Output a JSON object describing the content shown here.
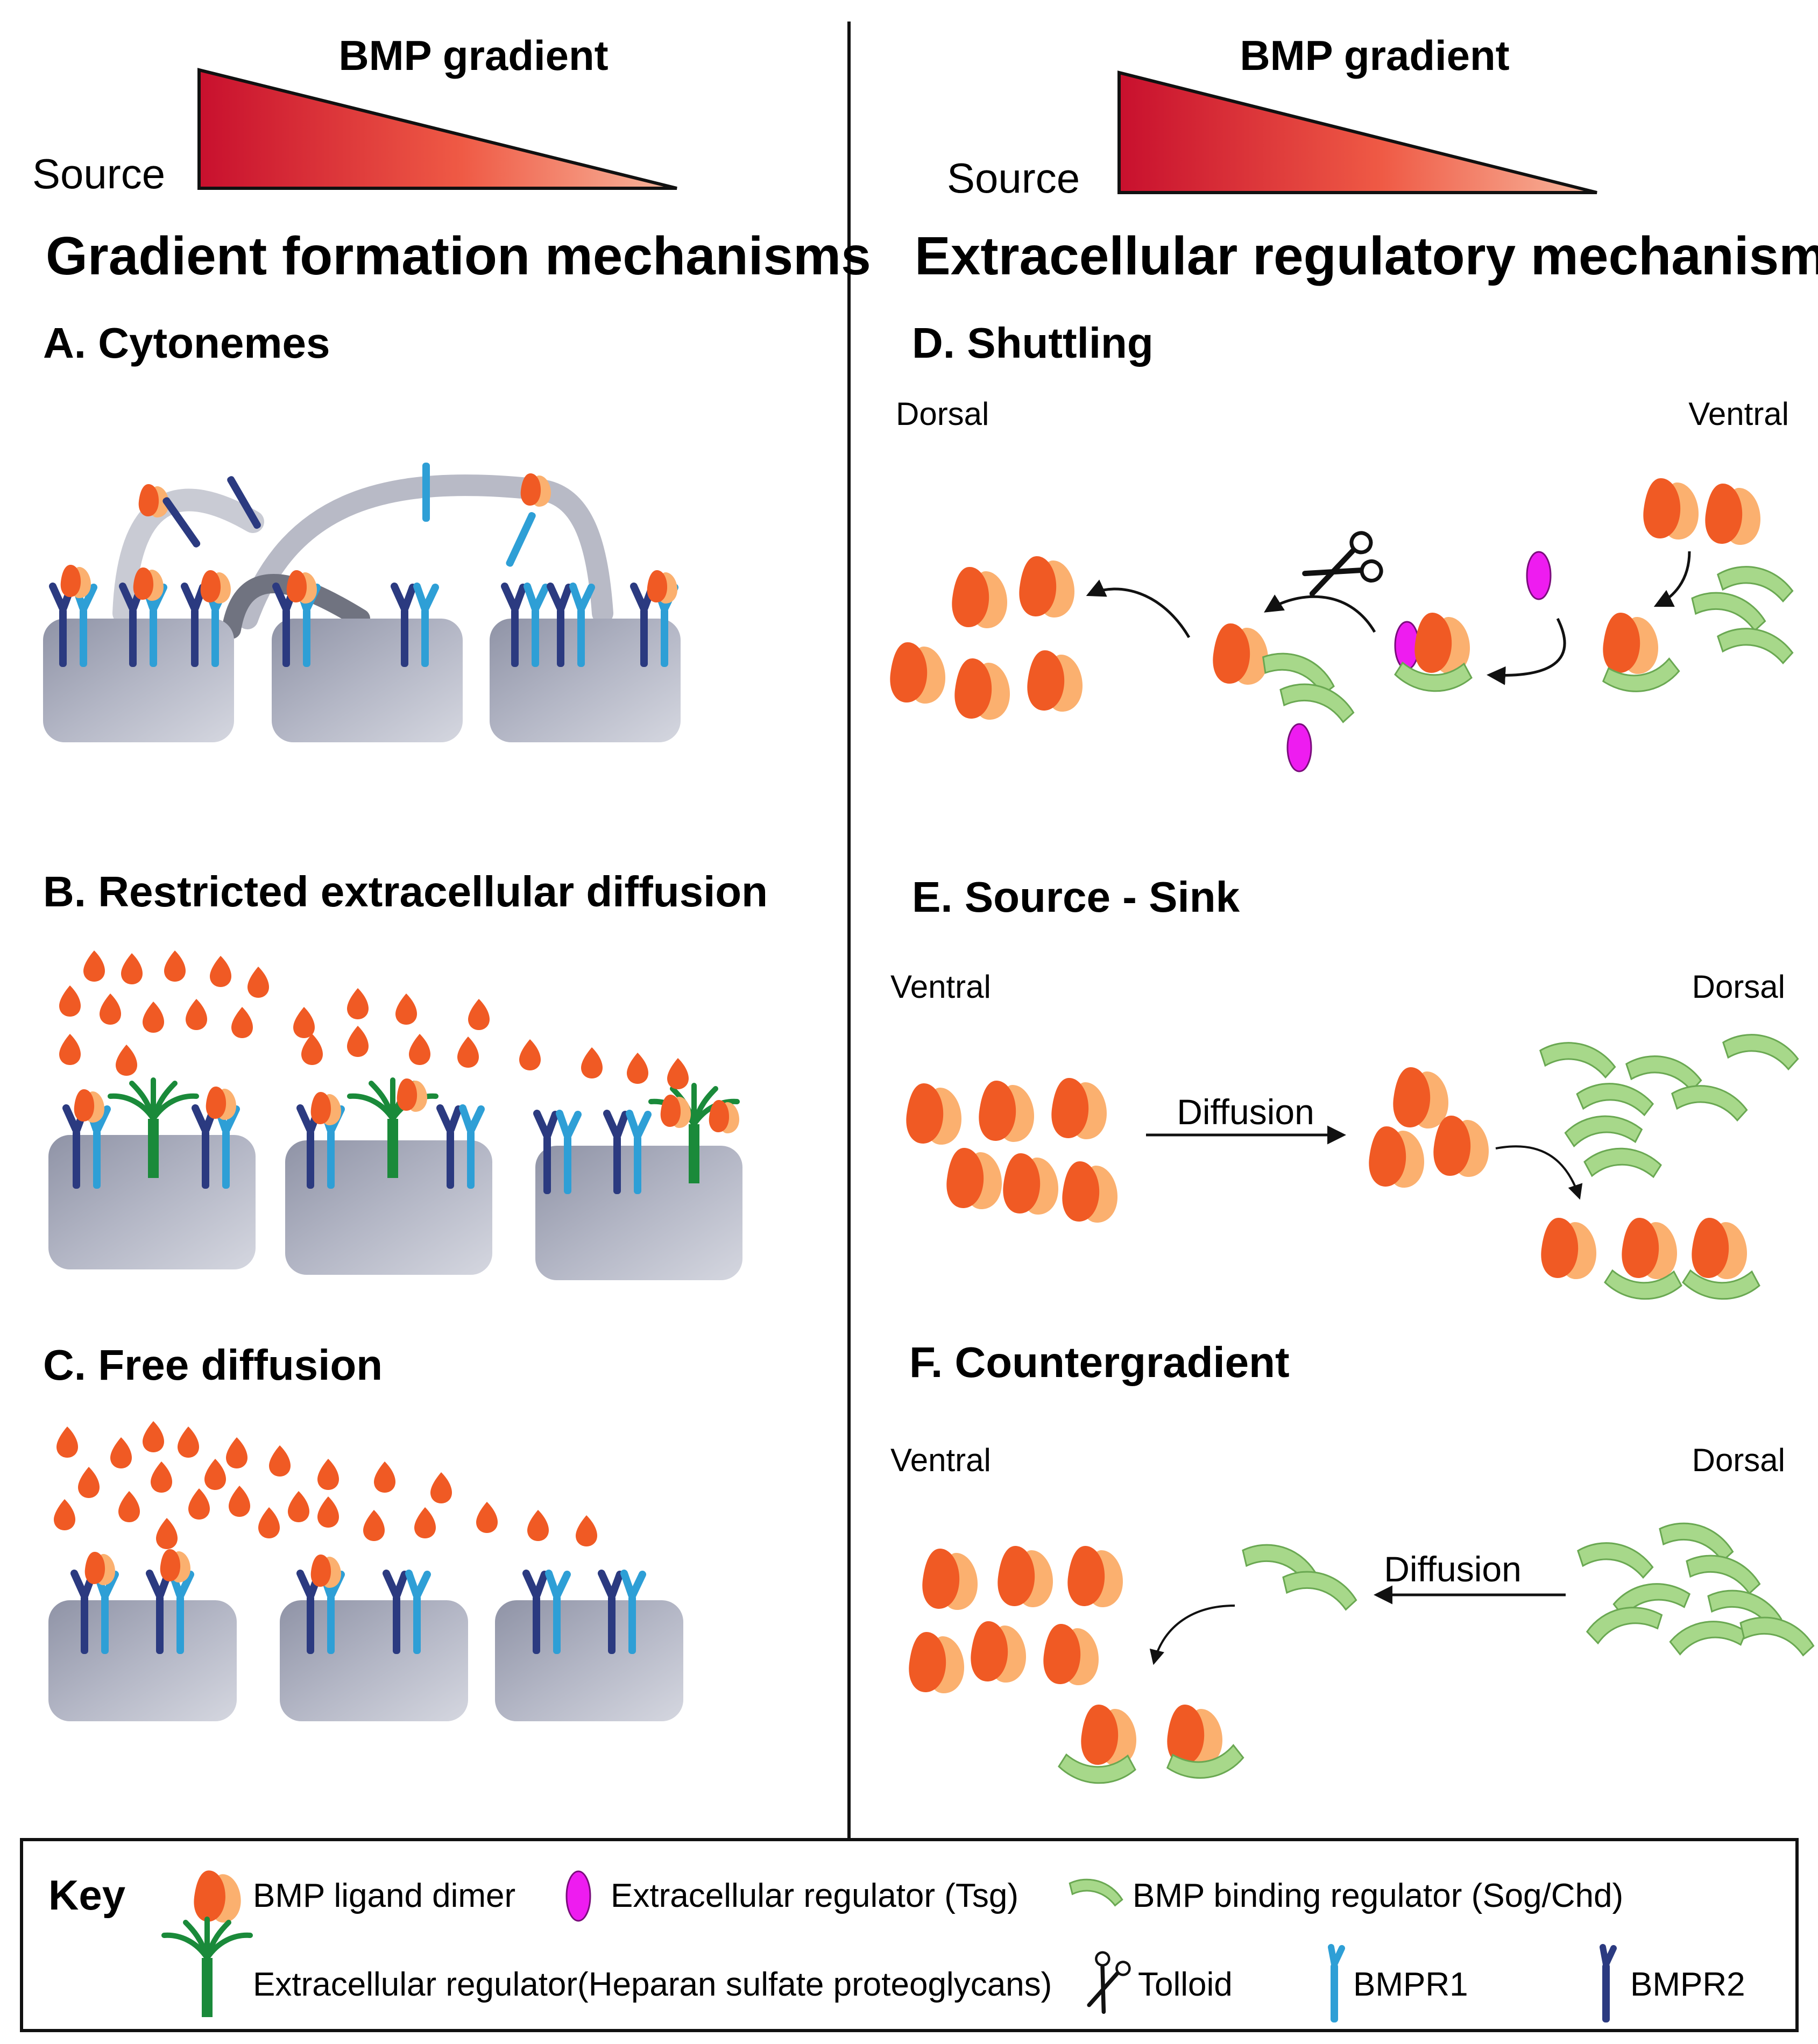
{
  "left": {
    "gradient_label": "BMP gradient",
    "source_label": "Source",
    "section_title": "Gradient formation mechanisms",
    "panel_a_title": "A.   Cytonemes",
    "panel_b_title": "B. Restricted extracellular diffusion",
    "panel_c_title": "C. Free diffusion"
  },
  "right": {
    "gradient_label": "BMP gradient",
    "source_label": "Source",
    "section_title": "Extracellular regulatory mechanisms",
    "panel_d": {
      "title": "D. Shuttling",
      "left_label": "Dorsal",
      "right_label": "Ventral"
    },
    "panel_e": {
      "title": "E. Source - Sink",
      "left_label": "Ventral",
      "right_label": "Dorsal",
      "arrow_label": "Diffusion"
    },
    "panel_f": {
      "title": "F. Countergradient",
      "left_label": "Ventral",
      "right_label": "Dorsal",
      "arrow_label": "Diffusion"
    }
  },
  "key": {
    "title": "Key",
    "bmp_ligand": "BMP ligand dimer",
    "tsg": "Extracellular regulator (Tsg)",
    "sog": "BMP binding regulator (Sog/Chd)",
    "hspg": "Extracellular regulator(Heparan sulfate proteoglycans)",
    "tolloid": "Tolloid",
    "bmpr1": "BMPR1",
    "bmpr2": "BMPR2"
  },
  "colors": {
    "gradient_dark": "#c8102e",
    "gradient_light": "#f6a98a",
    "ligand_front": "#f05a24",
    "ligand_back": "#fbb06f",
    "tsg": "#ee1cf0",
    "sog": "#a7d88a",
    "hspg": "#1a8a3a",
    "bmpr1": "#2e9fd6",
    "bmpr2": "#2b3a80",
    "cell": "#aeb1c0"
  }
}
